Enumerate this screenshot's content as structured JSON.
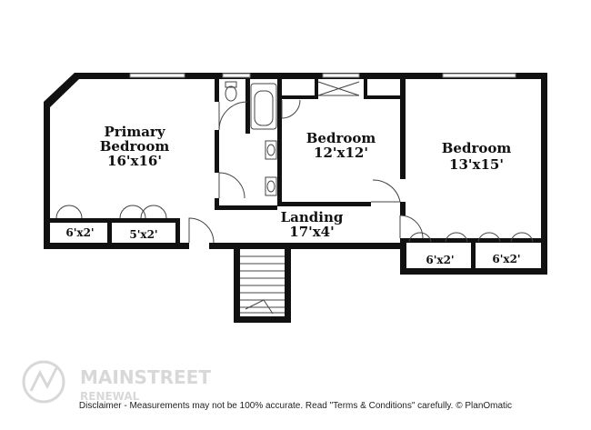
{
  "rooms": {
    "primary_bedroom": {
      "name_line1": "Primary",
      "name_line2": "Bedroom",
      "size": "16'x16'"
    },
    "bedroom_2": {
      "name": "Bedroom",
      "size": "12'x12'"
    },
    "bedroom_3": {
      "name": "Bedroom",
      "size": "13'x15'"
    },
    "landing": {
      "name": "Landing",
      "size": "17'x4'"
    }
  },
  "closets": {
    "closet_a": "6'x2'",
    "closet_b": "5'x2'",
    "closet_c": "6'x2'",
    "closet_d": "6'x2'"
  },
  "watermark": {
    "line1": "MAINSTREET",
    "line2": "RENEWAL"
  },
  "disclaimer": "Disclaimer - Measurements may not be 100% accurate. Read \"Terms & Conditions\" carefully. © PlanOmatic",
  "colors": {
    "wall": "#111111",
    "watermark": "#cfcfcf"
  }
}
